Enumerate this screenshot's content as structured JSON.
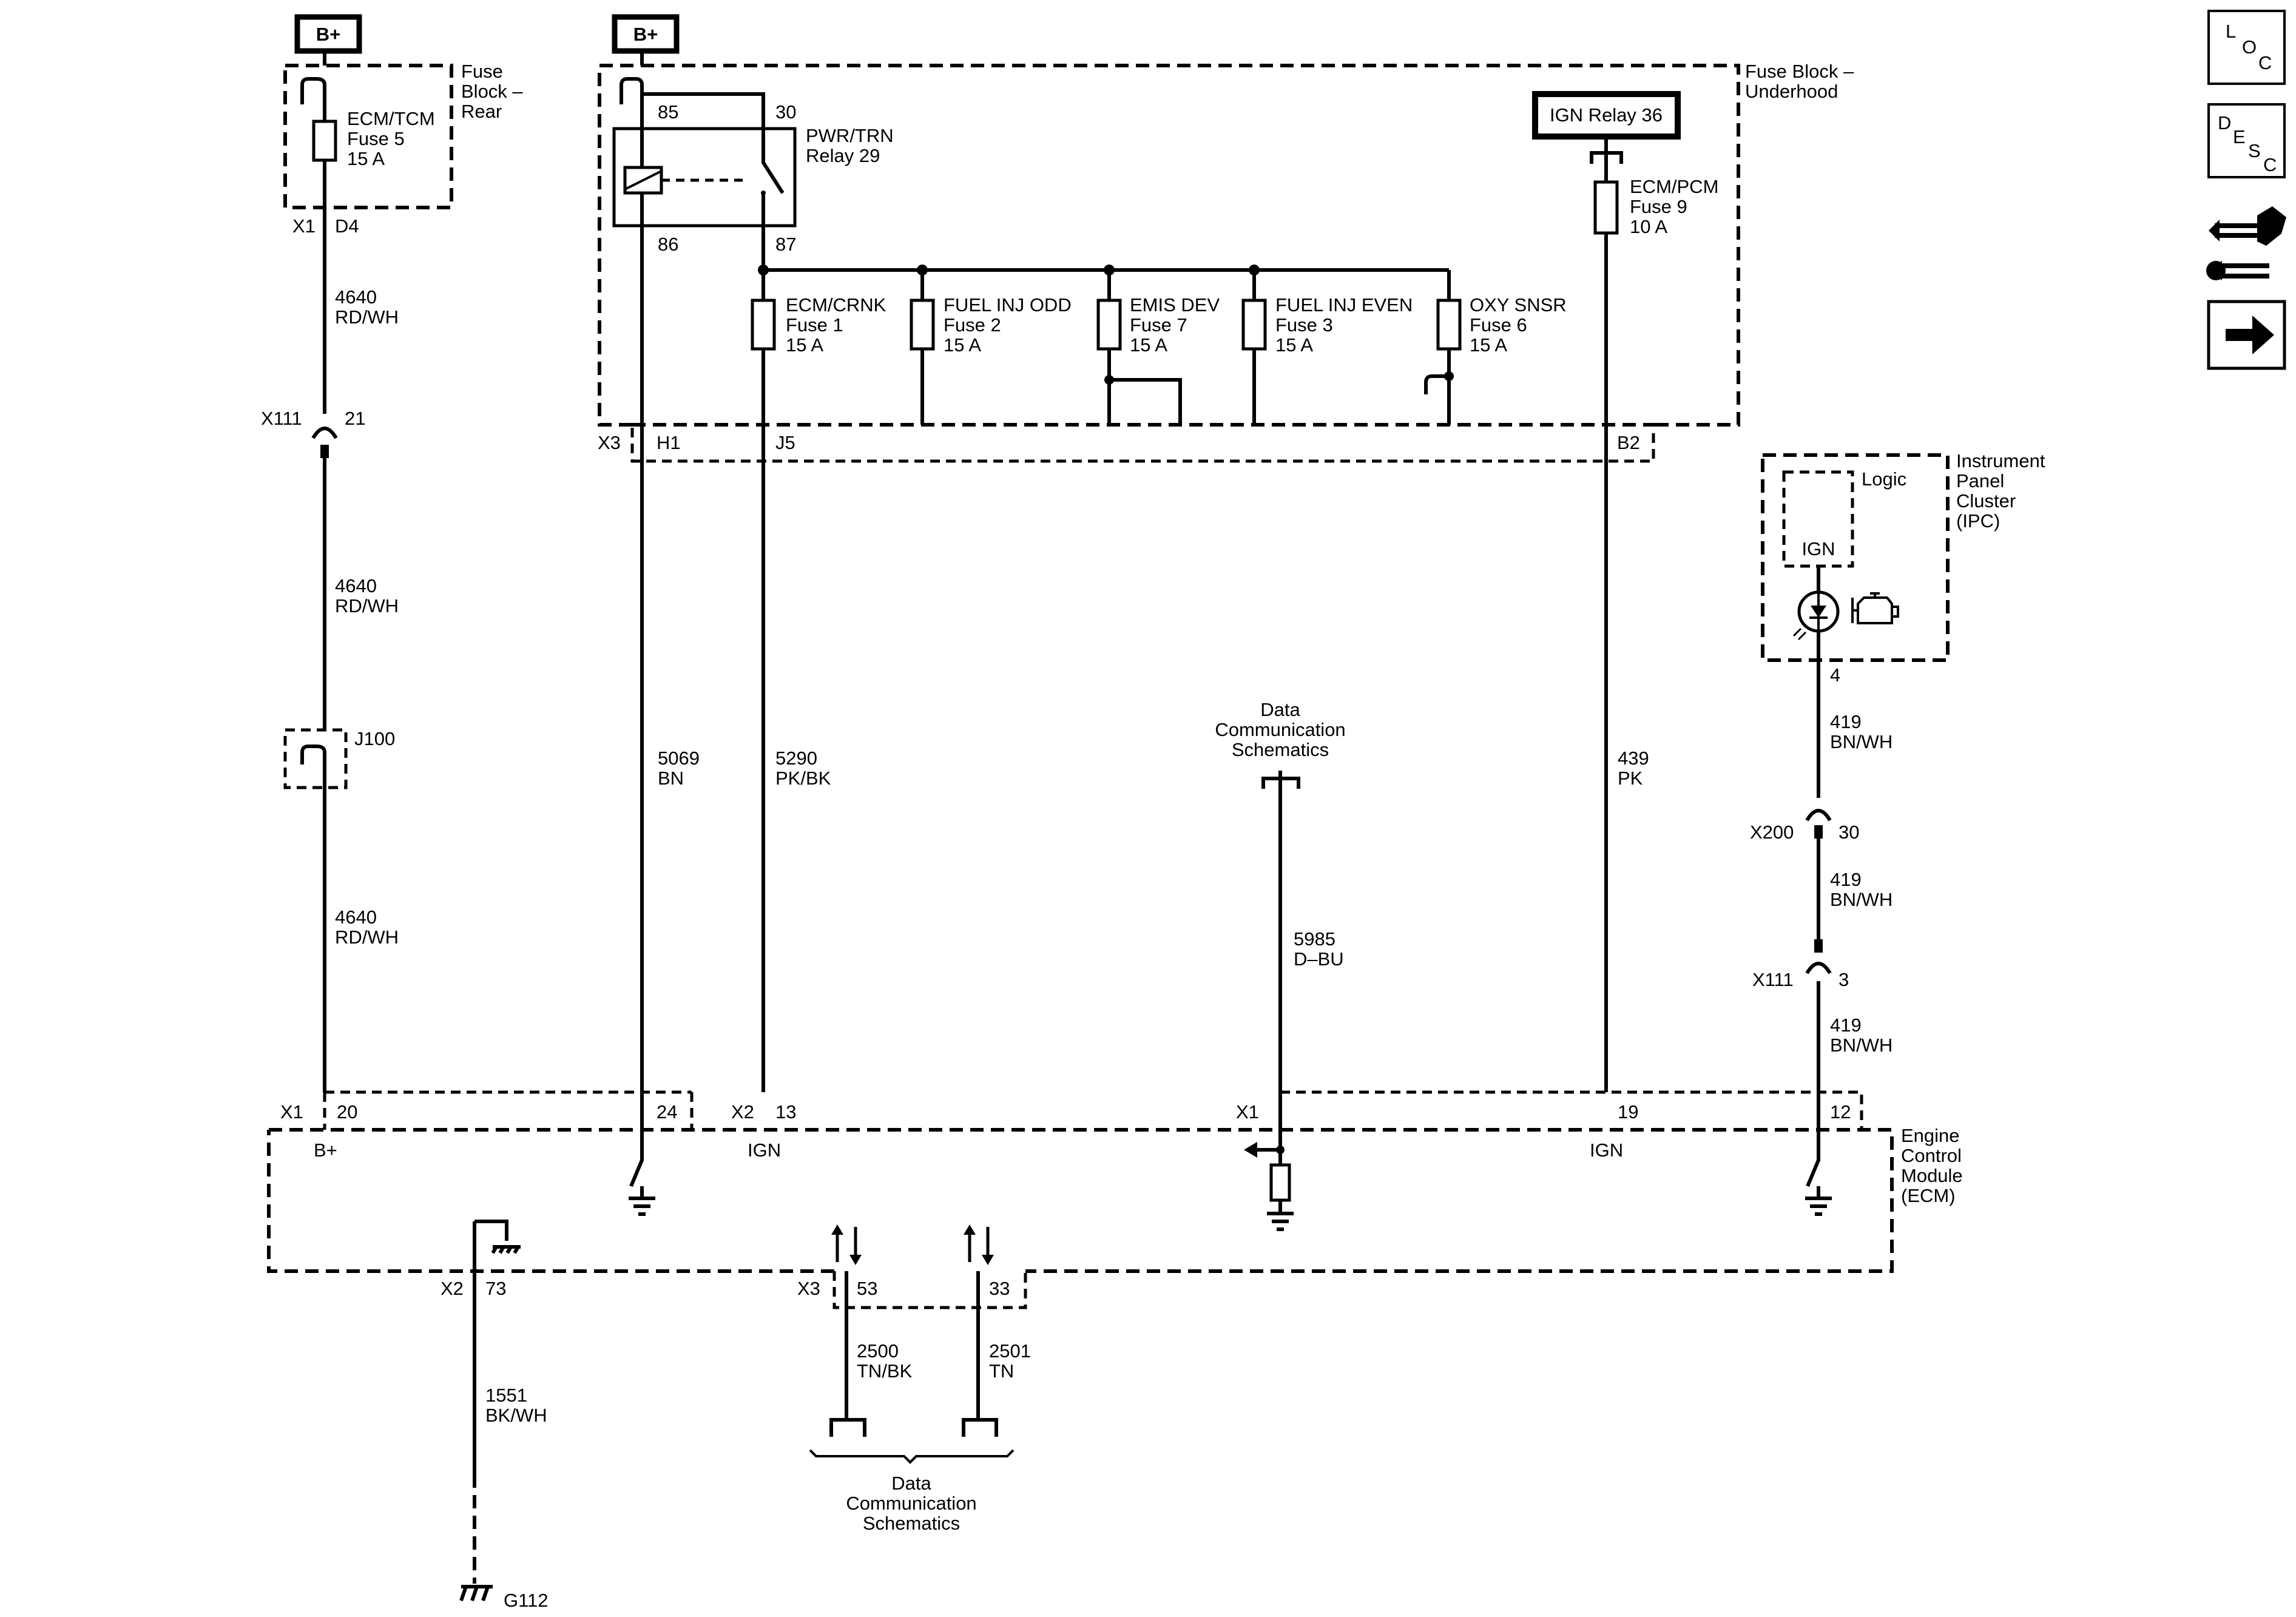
{
  "power": {
    "bplus_left": "B+",
    "bplus_right": "B+"
  },
  "fuse_block_rear": {
    "title_l1": "Fuse",
    "title_l2": "Block –",
    "title_l3": "Rear",
    "fuse_name": "ECM/TCM",
    "fuse_num": "Fuse 5",
    "fuse_rating": "15 A",
    "conn": "X1",
    "pin": "D4"
  },
  "fuse_block_underhood": {
    "title_l1": "Fuse Block –",
    "title_l2": "Underhood",
    "relay_name": "PWR/TRN",
    "relay_num": "Relay 29",
    "pin85": "85",
    "pin30": "30",
    "pin86": "86",
    "pin87": "87",
    "ign_relay": "IGN Relay 36",
    "ecm_pcm_fuse": {
      "name": "ECM/PCM",
      "num": "Fuse 9",
      "rating": "10 A"
    },
    "fuses": [
      {
        "name": "ECM/CRNK",
        "num": "Fuse 1",
        "rating": "15 A"
      },
      {
        "name": "FUEL INJ ODD",
        "num": "Fuse 2",
        "rating": "15 A"
      },
      {
        "name": "EMIS DEV",
        "num": "Fuse 7",
        "rating": "15 A"
      },
      {
        "name": "FUEL INJ EVEN",
        "num": "Fuse 3",
        "rating": "15 A"
      },
      {
        "name": "OXY SNSR",
        "num": "Fuse 6",
        "rating": "15 A"
      }
    ],
    "x3_conn": "X3",
    "x3_h1": "H1",
    "x3_j5": "J5",
    "x3_b2": "B2"
  },
  "wires": {
    "w4640_num": "4640",
    "w4640_color": "RD/WH",
    "w5069_num": "5069",
    "w5069_color": "BN",
    "w5290_num": "5290",
    "w5290_color": "PK/BK",
    "w439_num": "439",
    "w439_color": "PK",
    "w5985_num": "5985",
    "w5985_color": "D–BU",
    "w419_num": "419",
    "w419_color": "BN/WH",
    "w1551_num": "1551",
    "w1551_color": "BK/WH",
    "w2500_num": "2500",
    "w2500_color": "TN/BK",
    "w2501_num": "2501",
    "w2501_color": "TN"
  },
  "connectors": {
    "x111_left": "X111",
    "x111_left_pin": "21",
    "j100": "J100",
    "x200": "X200",
    "x200_pin": "30",
    "x111_right": "X111",
    "x111_right_pin": "3"
  },
  "data_comm": {
    "l1": "Data",
    "l2": "Communication",
    "l3": "Schematics"
  },
  "ipc": {
    "l1": "Instrument",
    "l2": "Panel",
    "l3": "Cluster",
    "l4": "(IPC)",
    "logic": "Logic",
    "ign": "IGN",
    "pin": "4"
  },
  "ecm": {
    "l1": "Engine",
    "l2": "Control",
    "l3": "Module",
    "l4": "(ECM)",
    "x1a": "X1",
    "pin20": "20",
    "bplus": "B+",
    "pin24": "24",
    "x2a": "X2",
    "pin13": "13",
    "ign_a": "IGN",
    "x1b": "X1",
    "pin19": "19",
    "ign_b": "IGN",
    "pin12": "12",
    "x2b": "X2",
    "pin73": "73",
    "x3": "X3",
    "pin53": "53",
    "pin33": "33"
  },
  "ground": {
    "g112": "G112"
  },
  "nav": {
    "loc": [
      "L",
      "O",
      "C"
    ],
    "desc": [
      "D",
      "E",
      "S",
      "C"
    ],
    "icons": [
      "loc-icon",
      "desc-icon",
      "connector-repair-icon",
      "next-page-arrow-icon"
    ]
  }
}
